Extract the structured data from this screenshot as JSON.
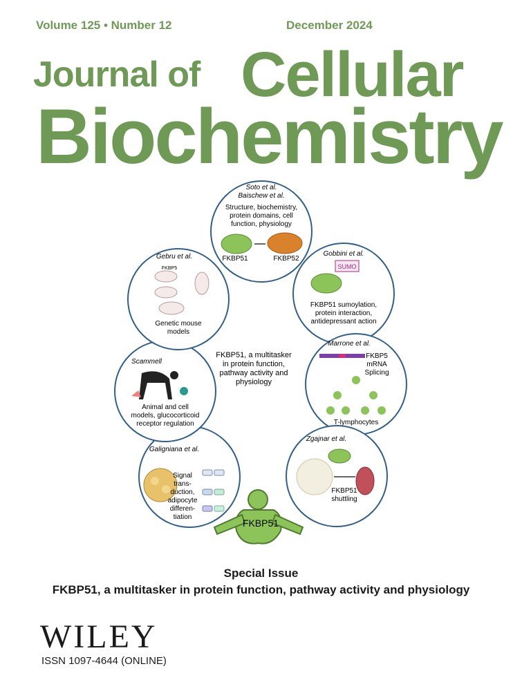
{
  "header": {
    "volume": "Volume 125 • Number 12",
    "date": "December 2024",
    "title_part1": "Journal of",
    "title_part2": "Cellular",
    "title_part3": "Biochemistry"
  },
  "circles": [
    {
      "authors_1": "Soto et al.",
      "authors_2": "Baischew et al.",
      "lines": [
        "Structure, biochemistry,",
        "protein domains, cell",
        "function, physiology"
      ],
      "labels": [
        "FKBP51",
        "FKBP52"
      ]
    },
    {
      "authors_1": "Gobbini et al.",
      "tag": "SUMO",
      "lines": [
        "FKBP51 sumoylation,",
        "protein interaction,",
        "antidepressant action"
      ]
    },
    {
      "authors_1": "Marrone et al.",
      "lines": [
        "FKBP5",
        "mRNA",
        "Splicing"
      ],
      "bottom": "T-lymphocytes"
    },
    {
      "authors_1": "Zgajnar et al.",
      "lines": [
        "FKBP51",
        "shuttling"
      ]
    },
    {
      "authors_1": "Galigniana et al.",
      "lines": [
        "Signal",
        "trans-",
        "duction,",
        "adipocyte",
        "differen-",
        "tiation"
      ]
    },
    {
      "authors_1": "Scammell",
      "lines": [
        "Animal and cell",
        "models, glucocorticoid",
        "receptor regulation"
      ]
    },
    {
      "authors_1": "Gebru et al.",
      "tag": "FKBP5",
      "lines": [
        "Genetic mouse",
        "models"
      ]
    }
  ],
  "center_text": [
    "FKBP51, a multitasker",
    "in protein function,",
    "pathway activity and",
    "physiology"
  ],
  "figure_label": "FKBP51",
  "issue": {
    "heading": "Special Issue",
    "subtitle": "FKBP51, a multitasker in protein function, pathway activity and physiology"
  },
  "publisher": {
    "name": "WILEY",
    "issn": "ISSN 1097-4644 (ONLINE)"
  },
  "colors": {
    "brand_green": "#6e9a55",
    "circle_stroke": "#2f5f8a",
    "protein_green": "#8cc45a",
    "protein_orange": "#d9822b"
  }
}
